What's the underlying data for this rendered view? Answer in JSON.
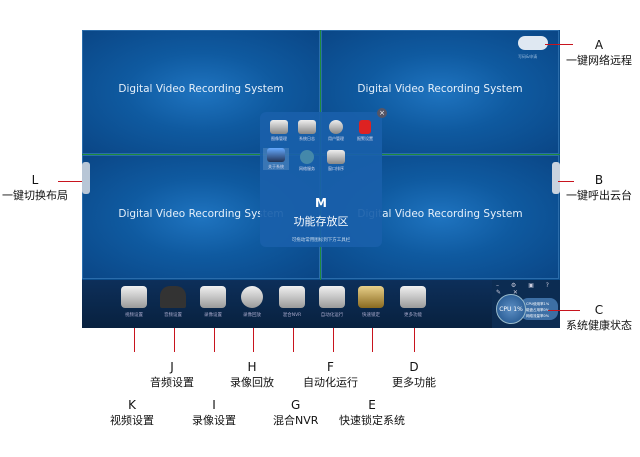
{
  "screen": {
    "quad_title": "Digital Video Recording System",
    "cloud_text": "写码&申请"
  },
  "popup": {
    "items": [
      {
        "label": "图像管理",
        "icon": "image-icon"
      },
      {
        "label": "系统日志",
        "icon": "log-icon"
      },
      {
        "label": "用户管理",
        "icon": "user-icon"
      },
      {
        "label": "报警设置",
        "icon": "alarm-icon"
      },
      {
        "label": "关于系统",
        "icon": "computer-icon"
      },
      {
        "label": "网络服务",
        "icon": "network-icon"
      },
      {
        "label": "窗口排序",
        "icon": "window-icon"
      }
    ],
    "key": "M",
    "title": "功能存放区",
    "hint": "可拖动常用图标到下方工具栏"
  },
  "toolbar": {
    "items": [
      {
        "label": "视频设置"
      },
      {
        "label": "音频设置"
      },
      {
        "label": "录像设置"
      },
      {
        "label": "录像回放"
      },
      {
        "label": "混合NVR"
      },
      {
        "label": "自动化运行"
      },
      {
        "label": "快速锁定"
      },
      {
        "label": "更多功能"
      }
    ]
  },
  "health": {
    "controls": "– ⚙ ▣ ? ✎ ✕",
    "cpu": "CPU 1%",
    "lines": [
      "CPU使用率1%",
      "磁盘占用率0%",
      "网络流量率0%"
    ]
  },
  "callouts": {
    "A": {
      "key": "A",
      "text": "一键网络远程"
    },
    "B": {
      "key": "B",
      "text": "一键呼出云台"
    },
    "C": {
      "key": "C",
      "text": "系统健康状态"
    },
    "D": {
      "key": "D",
      "text": "更多功能"
    },
    "E": {
      "key": "E",
      "text": "快速锁定系统"
    },
    "F": {
      "key": "F",
      "text": "自动化运行"
    },
    "G": {
      "key": "G",
      "text": "混合NVR"
    },
    "H": {
      "key": "H",
      "text": "录像回放"
    },
    "I": {
      "key": "I",
      "text": "录像设置"
    },
    "J": {
      "key": "J",
      "text": "音频设置"
    },
    "K": {
      "key": "K",
      "text": "视频设置"
    },
    "L": {
      "key": "L",
      "text": "一键切换布局"
    }
  }
}
